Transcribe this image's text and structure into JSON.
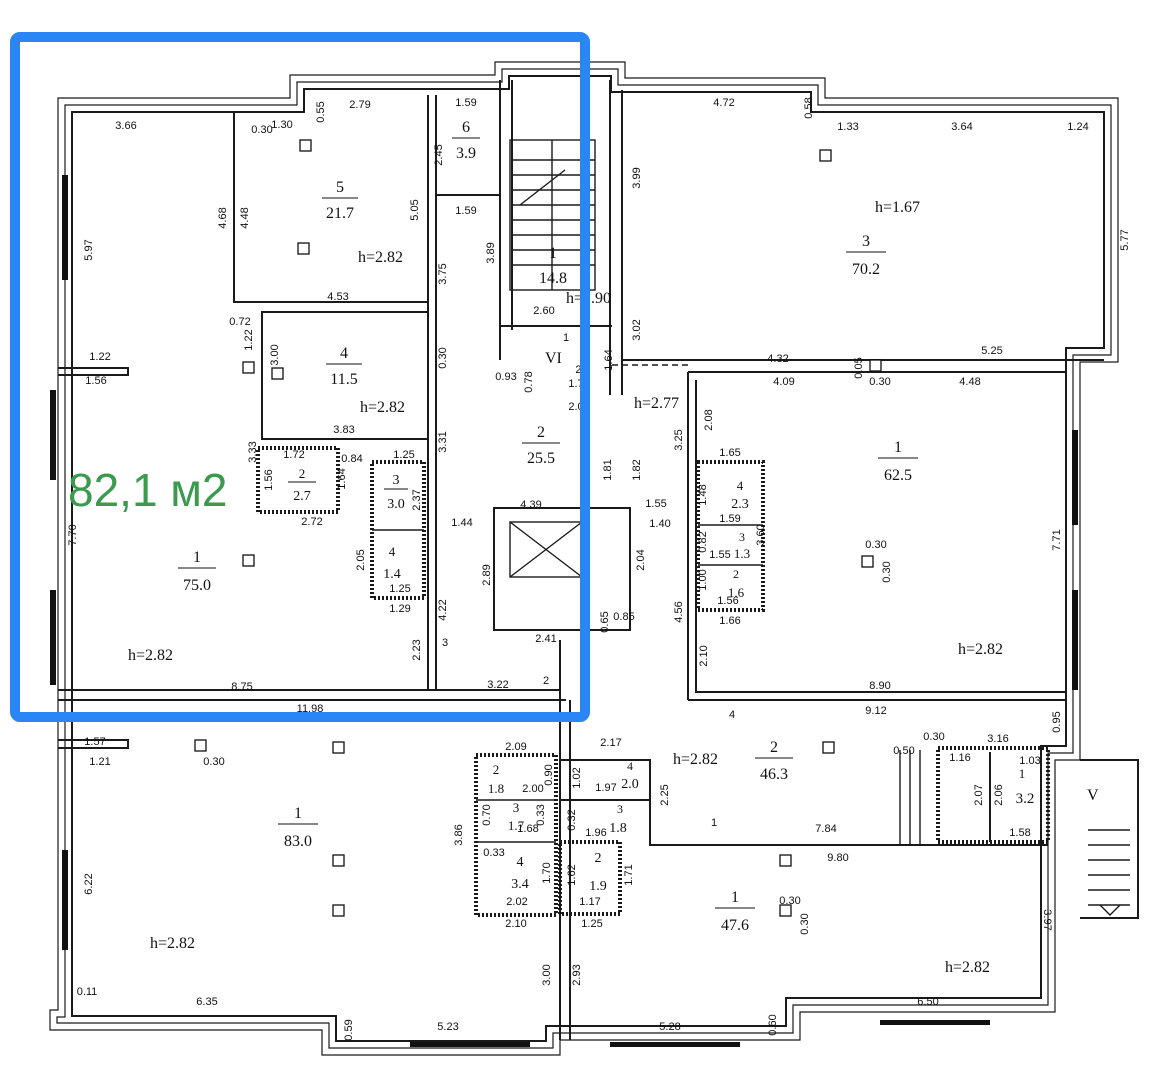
{
  "highlight": {
    "area_label": "82,1 м2",
    "border_color": "#2a85f5",
    "label_color": "#3a9a4e"
  },
  "upper_left": {
    "rooms": [
      {
        "num": "5",
        "area": "21.7",
        "height": "h=2.82"
      },
      {
        "num": "4",
        "area": "11.5",
        "height": "h=2.82"
      },
      {
        "num": "6",
        "area": "3.9"
      },
      {
        "num": "1",
        "area": "75.0",
        "height": "h=2.82"
      },
      {
        "num": "2",
        "area": "2.7"
      },
      {
        "num": "3",
        "area": "3.0"
      },
      {
        "num": "4",
        "area": "1.4"
      },
      {
        "num": "2",
        "area": "25.5"
      }
    ],
    "stair": {
      "num": "1",
      "area": "14.8",
      "height": "h=1.90",
      "mark": "VI"
    },
    "dims": [
      "3.66",
      "5.97",
      "1.22",
      "1.56",
      "7.70",
      "8.75",
      "0.30",
      "1.30",
      "0.55",
      "2.79",
      "4.48",
      "4.68",
      "4.53",
      "5.05",
      "3.75",
      "1.59",
      "2.45",
      "1.59",
      "3.89",
      "0.72",
      "1.22",
      "3.00",
      "3.83",
      "0.30",
      "3.31",
      "3.33",
      "1.72",
      "1.56",
      "1.64",
      "2.72",
      "0.84",
      "1.25",
      "2.37",
      "2.05",
      "1.25",
      "1.29",
      "4.22",
      "2.23",
      "3",
      "1.44",
      "4.39",
      "2.89",
      "2.41",
      "0.65",
      "0.85",
      "2.04",
      "1.81",
      "1.82",
      "3.22",
      "2",
      "2.60",
      "0.93",
      "0.78",
      "1.64",
      "1.7",
      "2.0",
      "2.",
      "1",
      "3.99",
      "3.02",
      "11.98"
    ]
  },
  "upper_right": {
    "rooms": [
      {
        "num": "3",
        "area": "70.2",
        "height": "h=1.67"
      },
      {
        "num": "1",
        "area": "62.5",
        "height": "h=2.82"
      },
      {
        "num": "4",
        "area": "2.3"
      },
      {
        "num": "3",
        "area": "1.3"
      },
      {
        "num": "2",
        "area": "1.6"
      }
    ],
    "corridor_height": "h=2.77",
    "dims": [
      "4.72",
      "0.58",
      "1.33",
      "3.64",
      "1.24",
      "5.77",
      "4.32",
      "5.25",
      "4.09",
      "0.05",
      "0.30",
      "4.48",
      "2.08",
      "3.25",
      "1.65",
      "1.48",
      "1.59",
      "0.82",
      "1.55",
      "1.00",
      "1.56",
      "1.66",
      "3.60",
      "4.56",
      "2.10",
      "1.55",
      "1.40",
      "0.30",
      "0.30",
      "7.71",
      "8.90",
      "4",
      "9.12",
      "0.95"
    ]
  },
  "lower_left": {
    "rooms": [
      {
        "num": "1",
        "area": "83.0",
        "height": "h=2.82"
      },
      {
        "num": "2",
        "area": "1.8"
      },
      {
        "num": "3",
        "area": "1.7"
      },
      {
        "num": "4",
        "area": "3.4"
      }
    ],
    "dims": [
      "1.57",
      "1.21",
      "0.30",
      "6.22",
      "0.11",
      "6.35",
      "0.59",
      "5.23",
      "3.00",
      "2.93",
      "2.09",
      "0.90",
      "2.00",
      "0.70",
      "1.68",
      "0.33",
      "3.86",
      "1.70",
      "2.02",
      "2.10",
      "1.25",
      "0.33"
    ]
  },
  "lower_right": {
    "rooms": [
      {
        "num": "4",
        "area": "2.0"
      },
      {
        "num": "3",
        "area": "1.8"
      },
      {
        "num": "2",
        "area": "1.9"
      },
      {
        "num": "2",
        "area": "46.3",
        "height": "h=2.82"
      },
      {
        "num": "1",
        "area": "3.2"
      },
      {
        "num": "1",
        "area": "47.6",
        "height": "h=2.82"
      }
    ],
    "stair_mark": "V",
    "dims": [
      "2.17",
      "1.02",
      "1.97",
      "1.96",
      "0.32",
      "2.25",
      "1.62",
      "1.71",
      "1.17",
      "1",
      "7.84",
      "9.80",
      "0.50",
      "0.30",
      "3.16",
      "1.16",
      "1.03",
      "2.07",
      "2.06",
      "1.58",
      "0.30",
      "0.30",
      "3.97",
      "6.50",
      "0.60",
      "5.28"
    ]
  }
}
